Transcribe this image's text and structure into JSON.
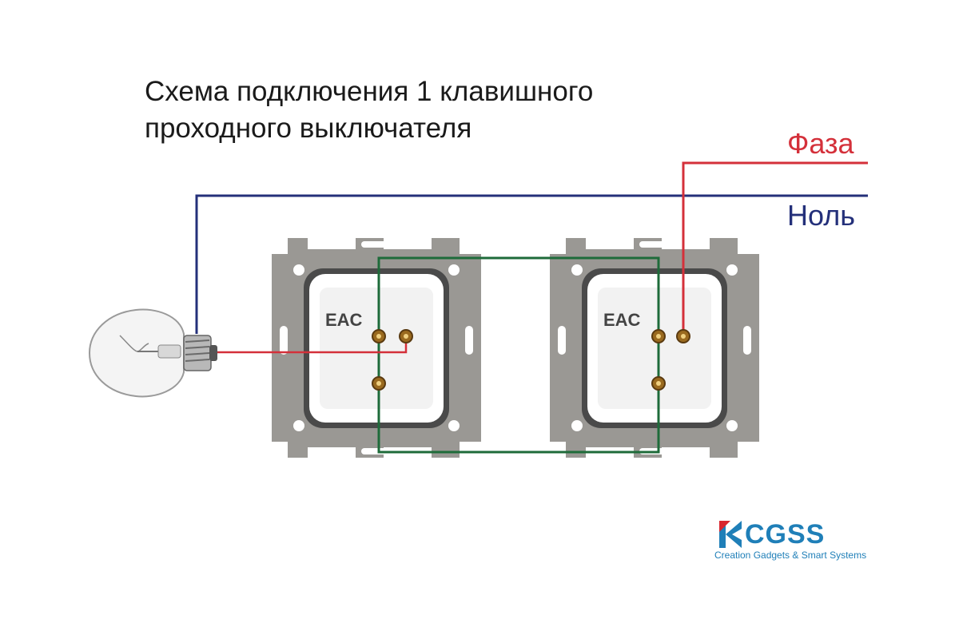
{
  "title": {
    "line1": "Схема подключения 1 клавишного",
    "line2": "проходного выключателя"
  },
  "wires": {
    "phase_label": "Фаза",
    "neutral_label": "Ноль"
  },
  "switches": [
    {
      "mark": "EAC"
    },
    {
      "mark": "EAC"
    }
  ],
  "logo": {
    "brand": "CGSS",
    "tagline": "Creation Gadgets & Smart Systems"
  },
  "colors": {
    "phase": "#d4303a",
    "neutral": "#24307a",
    "traveler": "#1e6b3a",
    "frame": "#9a9894",
    "brand": "#1f7fb8",
    "brand_accent": "#d8262f"
  }
}
